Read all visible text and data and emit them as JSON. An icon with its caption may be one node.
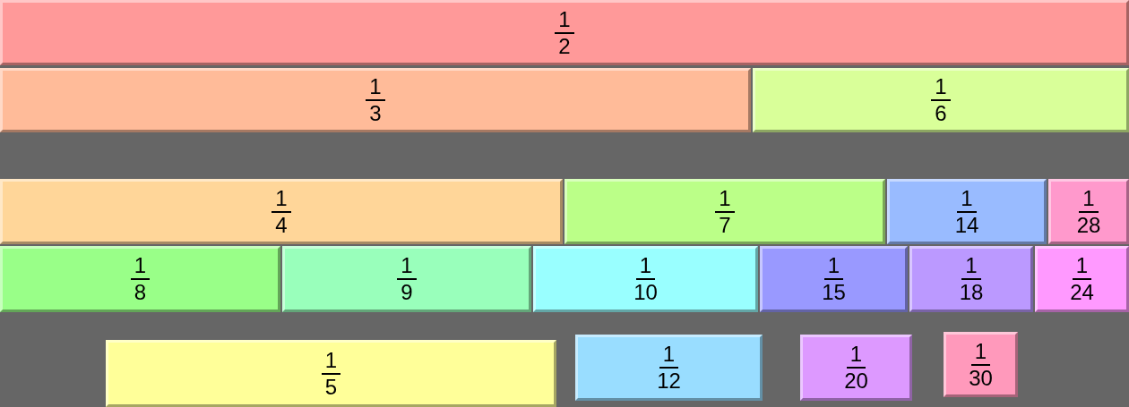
{
  "diagram": {
    "nodes": [
      {
        "text": [
          "1",
          "2"
        ]
      },
      {
        "text": [
          "1",
          "3"
        ]
      },
      {
        "text": [
          "1",
          "6"
        ]
      },
      {
        "text": [
          "1",
          "4"
        ]
      },
      {
        "text": [
          "1",
          "7"
        ]
      },
      {
        "text": [
          "1",
          "14"
        ]
      },
      {
        "text": [
          "1",
          "28"
        ]
      },
      {
        "text": [
          "1",
          "8"
        ]
      },
      {
        "text": [
          "1",
          "9"
        ]
      },
      {
        "text": [
          "1",
          "10"
        ]
      },
      {
        "text": [
          "1",
          "15"
        ]
      },
      {
        "text": [
          "1",
          "18"
        ]
      },
      {
        "text": [
          "1",
          "24"
        ]
      },
      {
        "text": [
          "1",
          "5"
        ]
      },
      {
        "text": [
          "1",
          "12"
        ]
      },
      {
        "text": [
          "1",
          "20"
        ]
      },
      {
        "text": [
          "1",
          "30"
        ]
      }
    ],
    "edges": []
  }
}
